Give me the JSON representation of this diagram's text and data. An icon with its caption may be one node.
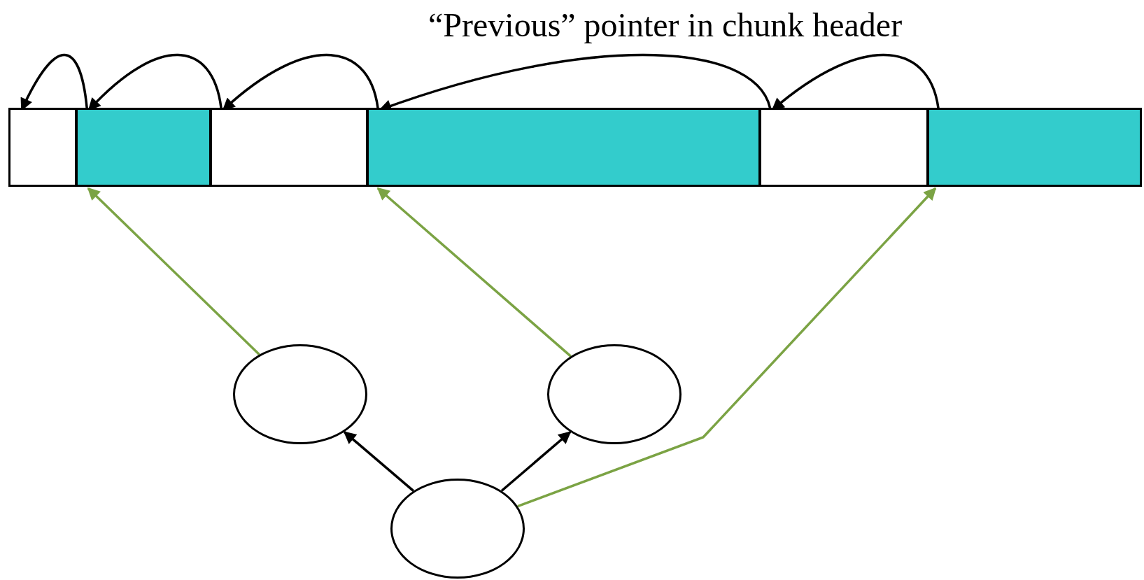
{
  "diagram": {
    "nodes": [
      {
        "text": [],
        "shape": "box"
      },
      {
        "text": [],
        "shape": "box"
      },
      {
        "text": [],
        "shape": "box"
      },
      {
        "text": [],
        "shape": "box"
      },
      {
        "text": [],
        "shape": "box"
      },
      {
        "text": [],
        "shape": "box"
      },
      {
        "text": [],
        "shape": "circle"
      },
      {
        "text": [],
        "shape": "circle"
      },
      {
        "text": [],
        "shape": "circle"
      }
    ],
    "edges": [
      {
        "from": 1,
        "to": 0,
        "arrow": "to"
      },
      {
        "from": 2,
        "to": 1,
        "arrow": "to"
      },
      {
        "from": 3,
        "to": 2,
        "arrow": "to"
      },
      {
        "from": 4,
        "to": 3,
        "arrow": "to"
      },
      {
        "from": 5,
        "to": 4,
        "arrow": "to"
      },
      {
        "from": 6,
        "to": 1,
        "arrow": "to",
        "color": "#7ba344"
      },
      {
        "from": 7,
        "to": 3,
        "arrow": "to",
        "color": "#7ba344"
      },
      {
        "from": 8,
        "to": 5,
        "arrow": "to",
        "color": "#7ba344"
      },
      {
        "from": 8,
        "to": 6,
        "arrow": "to"
      },
      {
        "from": 8,
        "to": 7,
        "arrow": "to"
      }
    ],
    "labels": [
      "“Previous” pointer in chunk header"
    ]
  }
}
